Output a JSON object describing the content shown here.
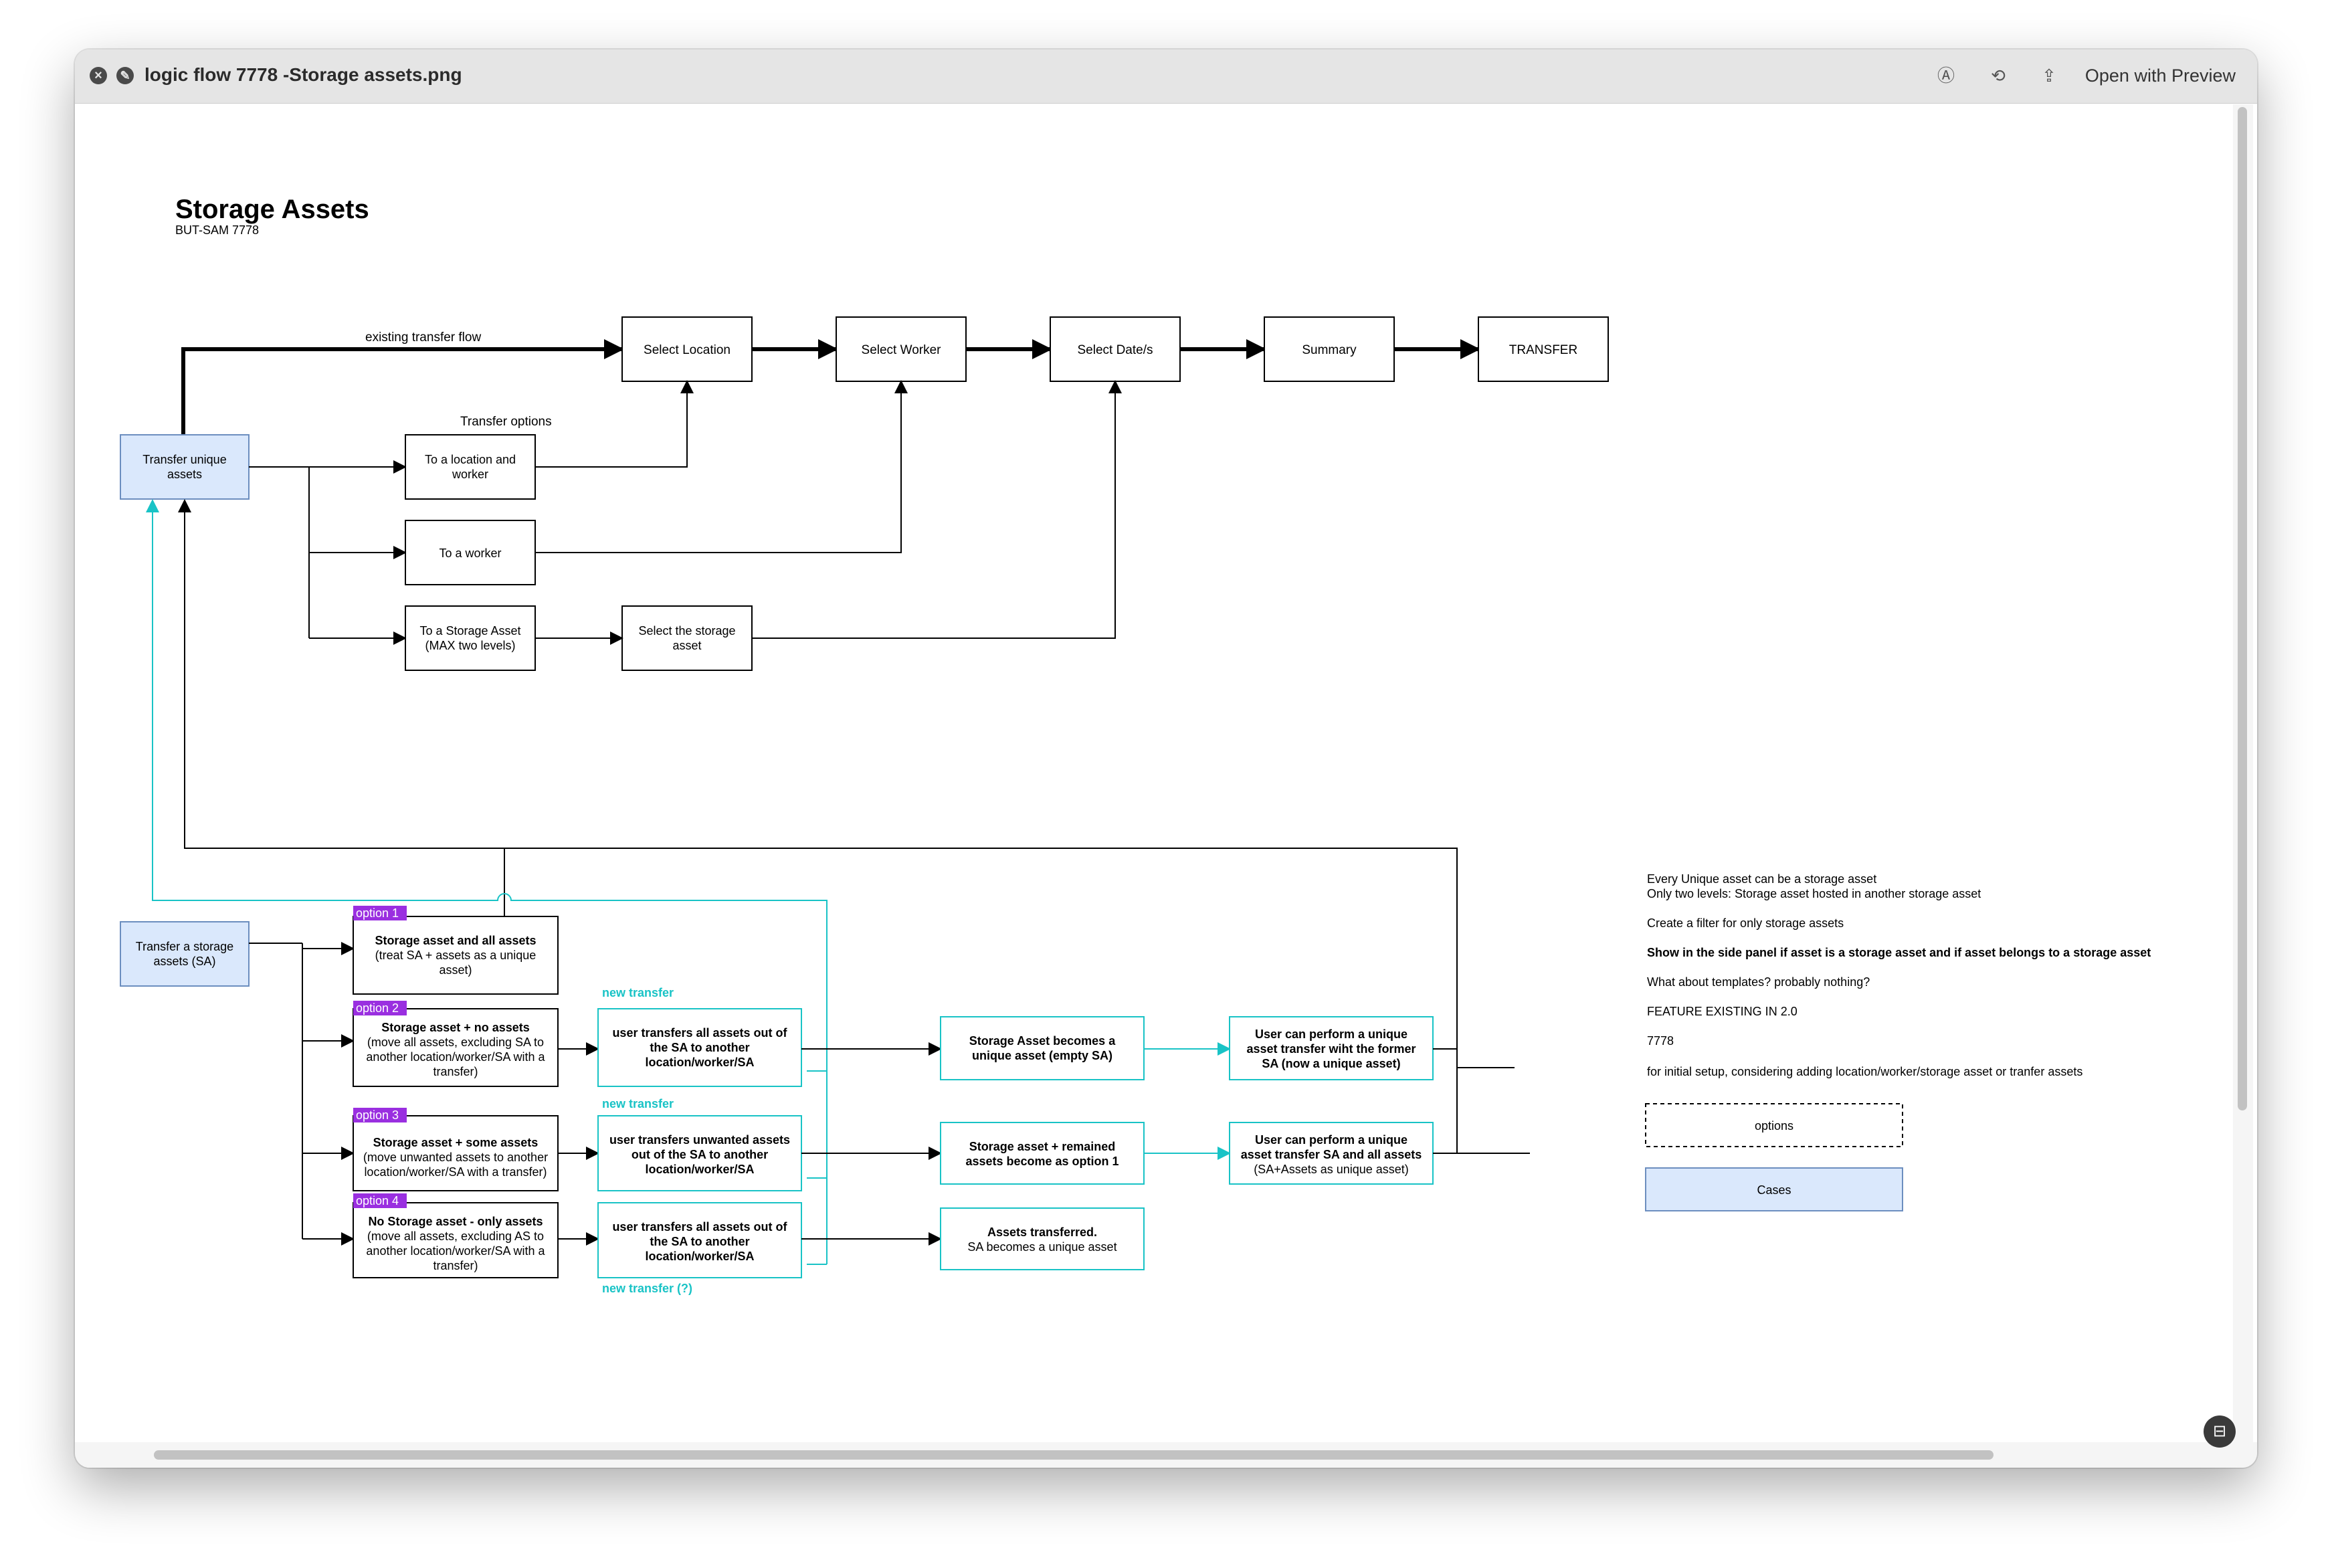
{
  "window": {
    "title": "logic flow 7778 -Storage assets.png",
    "open_with": "Open with Preview"
  },
  "diagram": {
    "title": "Storage Assets",
    "subtitle": "BUT-SAM 7778",
    "existing_flow_label": "existing transfer flow",
    "transfer_options_label": "Transfer options",
    "steps": [
      "Select Location",
      "Select Worker",
      "Select Date/s",
      "Summary",
      "TRANSFER"
    ],
    "transfer_unique": "Transfer unique assets",
    "option_location_worker": "To a location and worker",
    "option_worker": "To a worker",
    "option_storage": "To a Storage Asset (MAX two levels)",
    "select_storage": "Select the storage asset",
    "transfer_sa": "Transfer a storage assets (SA)",
    "options": [
      {
        "badge": "option 1",
        "title": "Storage asset and all assets",
        "desc": "(treat SA + assets as a unique asset)"
      },
      {
        "badge": "option 2",
        "title": "Storage asset + no assets",
        "desc": "(move all assets, excluding SA to another location/worker/SA with a transfer)"
      },
      {
        "badge": "option 3",
        "title": "Storage asset + some assets",
        "desc": "(move unwanted assets to another location/worker/SA with a transfer)"
      },
      {
        "badge": "option 4",
        "title": "No Storage asset - only assets",
        "desc": "(move all assets, excluding AS to another location/worker/SA with a transfer)"
      }
    ],
    "new_transfer_1": "new transfer",
    "new_transfer_2": "new transfer",
    "new_transfer_3": "new transfer (?)",
    "user_transfers_all_1": "user transfers all assets out of the SA to another location/worker/SA",
    "user_transfers_unwanted": "user transfers unwanted  assets out of the SA to another location/worker/SA",
    "user_transfers_all_2": "user transfers all assets out of the SA to another location/worker/SA",
    "result_1": "Storage Asset becomes a unique asset (empty SA)",
    "result_2": "Storage asset + remained assets become as option 1",
    "result_3_title": "Assets transferred.",
    "result_3_desc": "SA becomes a unique asset",
    "final_1": "User can perform a unique asset transfer wiht the former SA (now a unique asset)",
    "final_2_title": "User can perform a unique asset transfer SA and all assets",
    "final_2_desc": "(SA+Assets as unique asset)",
    "notes": [
      "Every Unique asset can be a storage asset",
      "Only two levels: Storage asset hosted in another storage asset",
      "Create a filter for only storage assets",
      "Show in the side panel if asset is a storage asset and if asset belongs to a storage asset",
      "What about templates? probably nothing?",
      "FEATURE EXISTING IN 2.0",
      "7778",
      "for initial setup, considering adding location/worker/storage asset or tranfer assets"
    ],
    "legend_options": "options",
    "legend_cases": "Cases"
  },
  "colors": {
    "teal": "#19c3c6",
    "purple": "#9a2fe0",
    "case_fill": "#dae8fc",
    "case_stroke": "#6c8ebf"
  },
  "icons": [
    "close-icon",
    "edit-icon",
    "markup-icon",
    "rotate-icon",
    "share-icon",
    "live-text-icon"
  ]
}
